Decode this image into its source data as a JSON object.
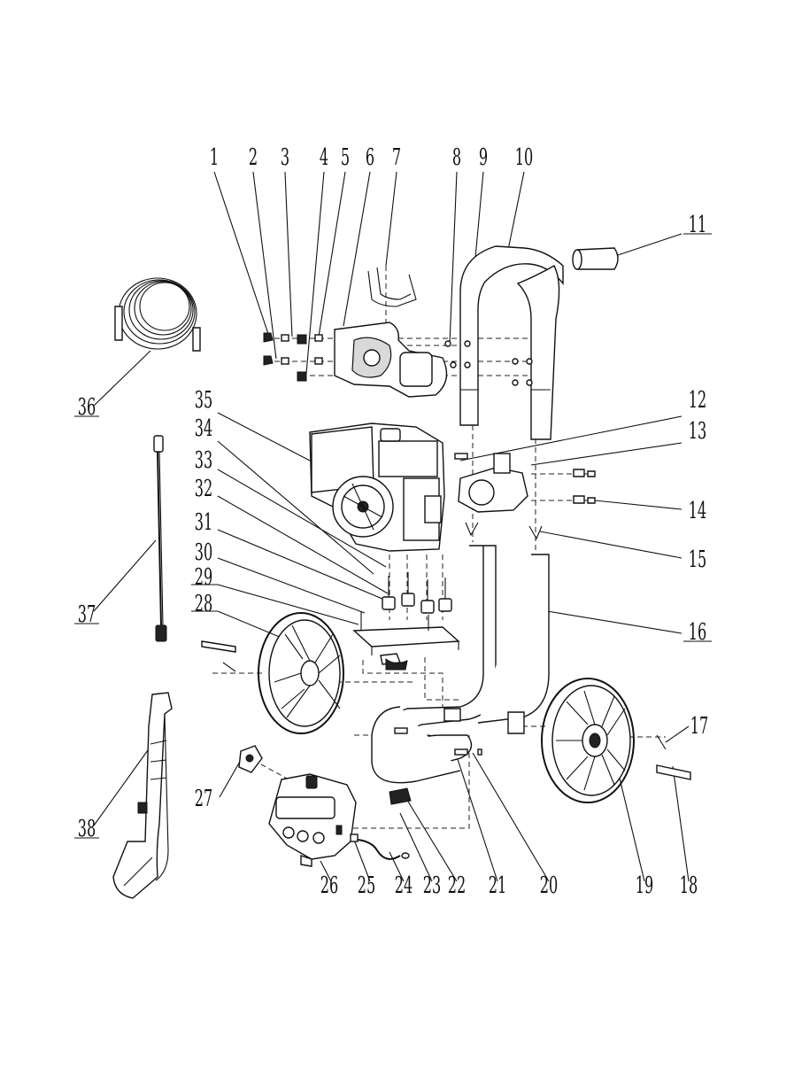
{
  "callouts": [
    {
      "id": "p1",
      "label": "1"
    },
    {
      "id": "p2",
      "label": "2"
    },
    {
      "id": "p3",
      "label": "3"
    },
    {
      "id": "p4",
      "label": "4"
    },
    {
      "id": "p5",
      "label": "5"
    },
    {
      "id": "p6",
      "label": "6"
    },
    {
      "id": "p7",
      "label": "7"
    },
    {
      "id": "p8",
      "label": "8"
    },
    {
      "id": "p9",
      "label": "9"
    },
    {
      "id": "p10",
      "label": "10"
    },
    {
      "id": "p11",
      "label": "11"
    },
    {
      "id": "p12",
      "label": "12"
    },
    {
      "id": "p13",
      "label": "13"
    },
    {
      "id": "p14",
      "label": "14"
    },
    {
      "id": "p15",
      "label": "15"
    },
    {
      "id": "p16",
      "label": "16"
    },
    {
      "id": "p17",
      "label": "17"
    },
    {
      "id": "p18",
      "label": "18"
    },
    {
      "id": "p19",
      "label": "19"
    },
    {
      "id": "p20",
      "label": "20"
    },
    {
      "id": "p21",
      "label": "21"
    },
    {
      "id": "p22",
      "label": "22"
    },
    {
      "id": "p23",
      "label": "23"
    },
    {
      "id": "p24",
      "label": "24"
    },
    {
      "id": "p25",
      "label": "25"
    },
    {
      "id": "p26",
      "label": "26"
    },
    {
      "id": "p27",
      "label": "27"
    },
    {
      "id": "p28",
      "label": "28"
    },
    {
      "id": "p29",
      "label": "29"
    },
    {
      "id": "p30",
      "label": "30"
    },
    {
      "id": "p31",
      "label": "31"
    },
    {
      "id": "p32",
      "label": "32"
    },
    {
      "id": "p33",
      "label": "33"
    },
    {
      "id": "p34",
      "label": "34"
    },
    {
      "id": "p35",
      "label": "35"
    },
    {
      "id": "p36",
      "label": "36"
    },
    {
      "id": "p37",
      "label": "37"
    },
    {
      "id": "p38",
      "label": "38"
    }
  ],
  "parts_drawn": [
    "hose-reel-coil",
    "spray-wand",
    "spray-gun",
    "engine",
    "pump",
    "handle-frame",
    "hose-hook",
    "control-panel-bracket",
    "left-wheel",
    "right-wheel",
    "axle",
    "base-frame",
    "engine-mount-plate",
    "vibration-isolators",
    "fuel-tank",
    "fuel-cap",
    "fuel-line",
    "foot-bumper",
    "handle-grip",
    "frame-clips",
    "bolts",
    "nuts",
    "washers"
  ]
}
